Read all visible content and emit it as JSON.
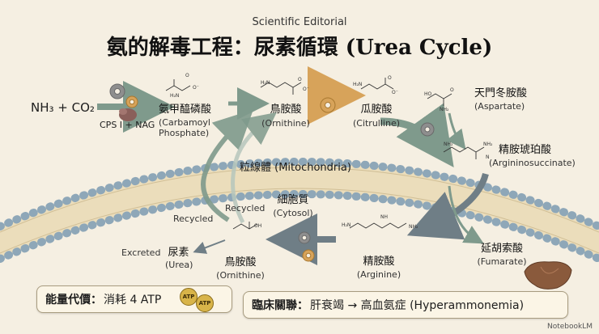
{
  "supertitle": "Scientific Editorial",
  "title": "氨的解毒工程：尿素循環 (Urea Cycle)",
  "inputs": {
    "ammonia_co2": "NH₃ + CO₂",
    "enzyme": "CPS I + NAG"
  },
  "nodes": {
    "carbamoyl_phosphate": {
      "zh": "氨甲醯磷酸",
      "en_line1": "(Carbamoyl",
      "en_line2": "Phosphate)"
    },
    "ornithine_top": {
      "zh": "鳥胺酸",
      "en": "(Ornithine)"
    },
    "citrulline": {
      "zh": "瓜胺酸",
      "en": "(Citrulline)"
    },
    "aspartate": {
      "zh": "天門冬胺酸",
      "en": "(Aspartate)"
    },
    "argininosuccinate": {
      "zh": "精胺琥珀酸",
      "en": "(Argininosuccinate)"
    },
    "fumarate": {
      "zh": "延胡索酸",
      "en": "(Fumarate)"
    },
    "arginine": {
      "zh": "精胺酸",
      "en": "(Arginine)"
    },
    "ornithine_bottom": {
      "zh": "鳥胺酸",
      "en": "(Ornithine)"
    },
    "urea": {
      "prefix": "Excreted",
      "zh": "尿素",
      "en": "(Urea)"
    }
  },
  "compartments": {
    "mitochondria": "粒線體 (Mitochondria)",
    "cytosol_zh": "細胞質",
    "cytosol_en": "(Cytosol)"
  },
  "labels": {
    "recycled_left": "Recycled",
    "recycled_right": "Recycled"
  },
  "energy_box": {
    "label": "能量代價：",
    "text": "消耗 4 ATP",
    "atp_badge": "ATP"
  },
  "clinical_box": {
    "label": "臨床關聯：",
    "text": "肝衰竭 → 高血氨症 (Hyperammonemia)"
  },
  "watermark": "NotebookLM",
  "colors": {
    "background": "#f5efe2",
    "membrane_bead": "#8ea7b8",
    "membrane_band": "#e9d9b4",
    "arrow_green": "#7f9a8c",
    "arrow_orange": "#d7a35a",
    "arrow_slate": "#6f7e86",
    "liver": "#8a5a3c"
  }
}
